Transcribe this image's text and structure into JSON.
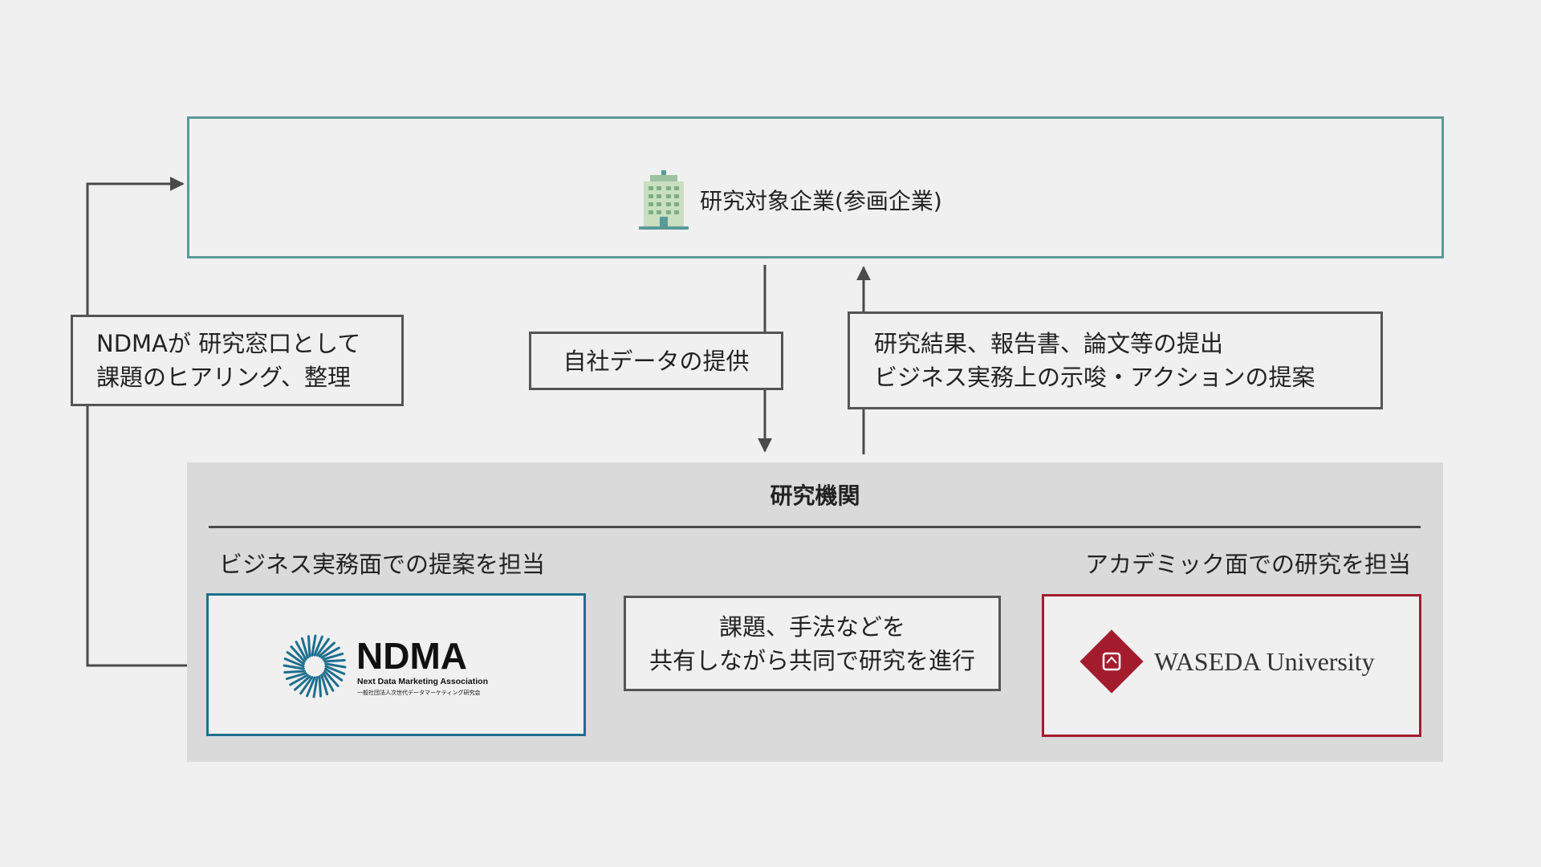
{
  "company": {
    "title": "研究対象企業(参画企業)",
    "icon": "building-icon"
  },
  "ndma_window": {
    "line1": "NDMAが 研究窓口として",
    "line2": "課題のヒアリング、整理"
  },
  "data_provision": {
    "label": "自社データの提供"
  },
  "results": {
    "line1": "研究結果、報告書、論文等の提出",
    "line2": "ビジネス実務上の示唆・アクションの提案"
  },
  "research_org": {
    "title": "研究機関",
    "left_role": "ビジネス実務面での提案を担当",
    "right_role": "アカデミック面での研究を担当",
    "ndma": {
      "name": "NDMA",
      "subtitle": "Next Data Marketing Association",
      "subtitle_jp": "一般社団法人次世代データマーケティング研究会"
    },
    "waseda": {
      "name": "WASEDA University"
    },
    "collab": {
      "line1": "課題、手法などを",
      "line2": "共有しながら共同で研究を進行"
    }
  },
  "colors": {
    "company_border": "#5a9a98",
    "ndma_border": "#1e6f8e",
    "waseda_border": "#a31c2e",
    "arrow": "#4a4a4a",
    "research_bg": "#dadada"
  }
}
